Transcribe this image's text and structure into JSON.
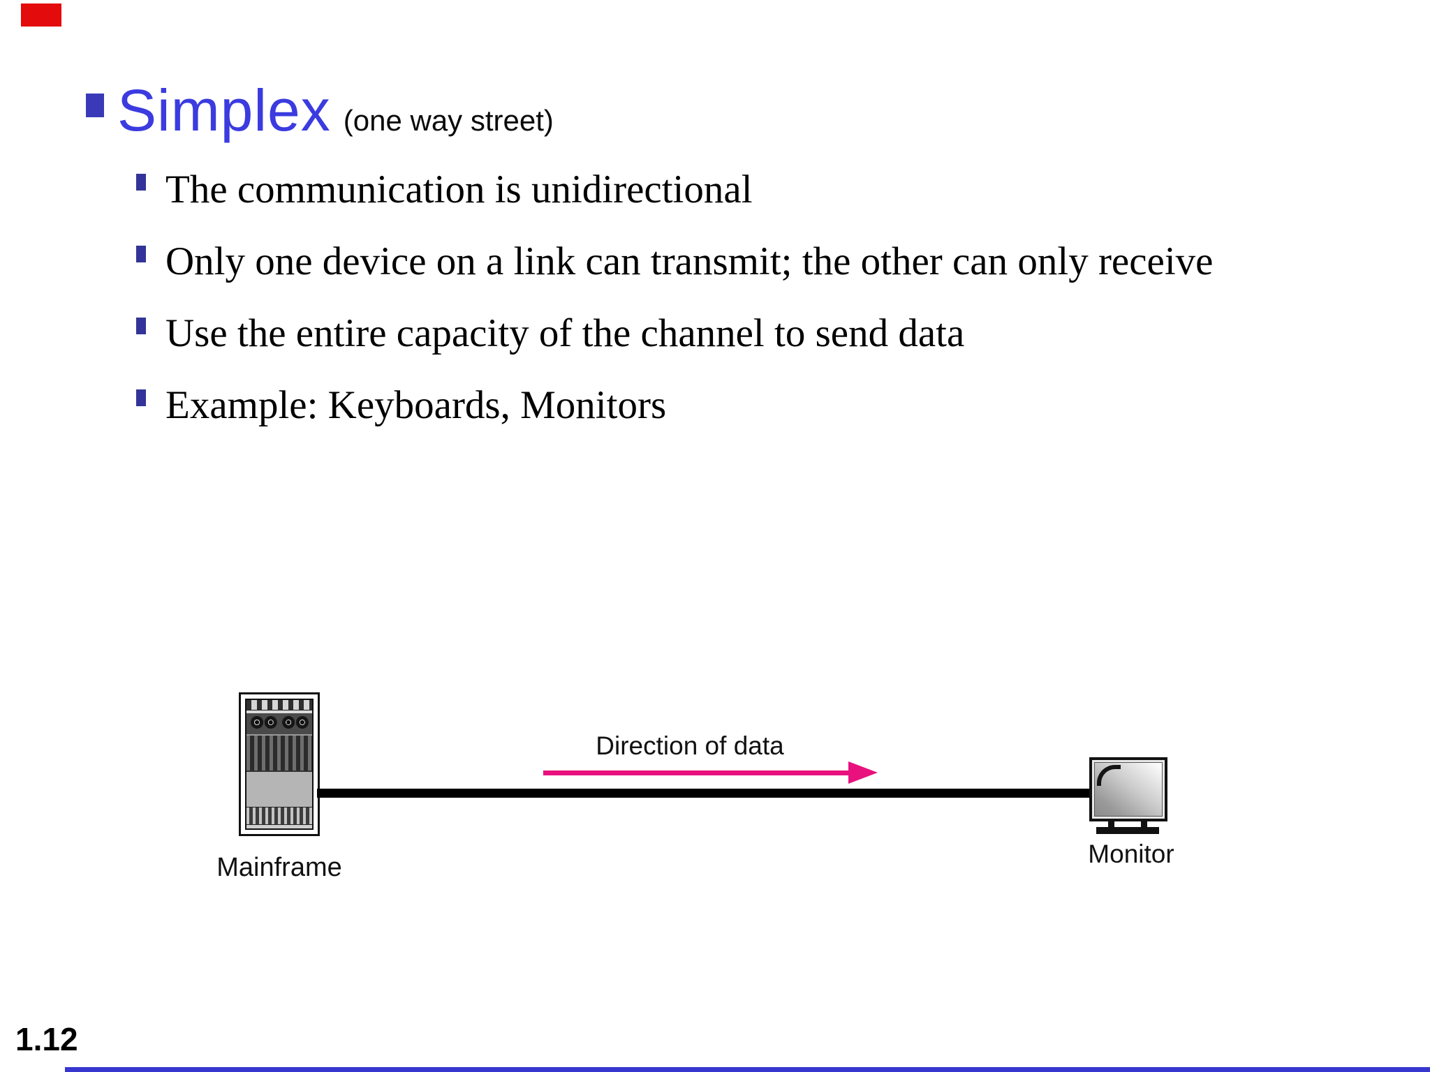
{
  "slide": {
    "title": "Simplex",
    "title_note": "(one way street)",
    "bullets": [
      "The communication is unidirectional",
      "Only one device on a link can transmit; the other can only receive",
      "Use the entire capacity of the channel to send data",
      "Example: Keyboards, Monitors"
    ],
    "page_number": "1.12"
  },
  "diagram": {
    "arrow_label": "Direction of data",
    "sender_label": "Mainframe",
    "receiver_label": "Monitor"
  },
  "colors": {
    "title_blue": "#3b3be0",
    "bullet_square_indigo": "#333399",
    "arrow_pink": "#e8117d",
    "link_line_black": "#000000",
    "accent_red": "#e30b0b",
    "footer_bar_blue": "#3737d0"
  }
}
